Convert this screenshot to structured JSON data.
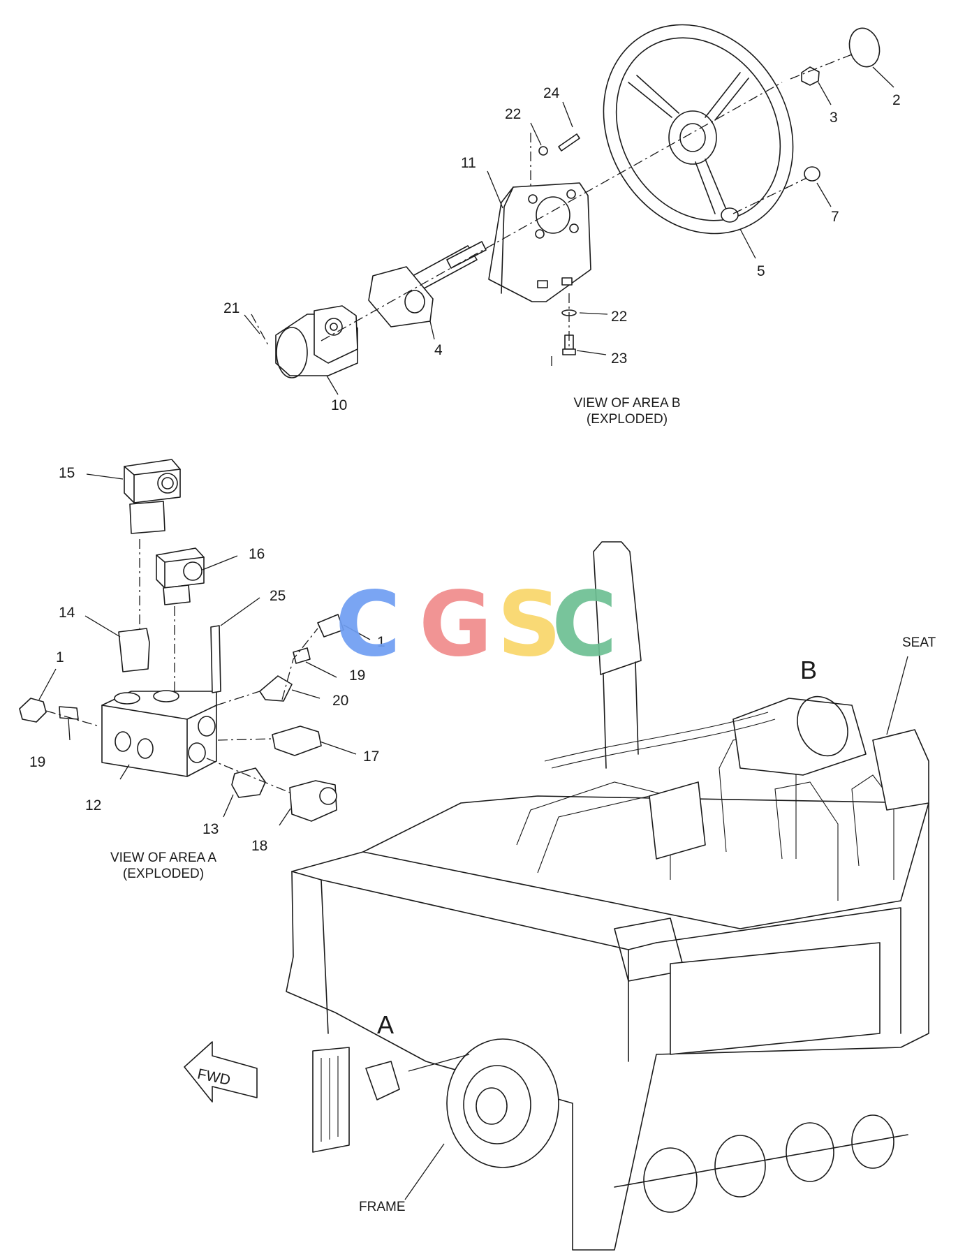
{
  "watermark": {
    "letters": [
      "C",
      "G",
      "S",
      "C"
    ],
    "colors": [
      "#6f9ef2",
      "#f08c8c",
      "#f9d66a",
      "#6dbf93"
    ]
  },
  "area_b": {
    "caption_line1": "VIEW OF AREA  B",
    "caption_line2": "(EXPLODED)",
    "callouts": {
      "c2": "2",
      "c3": "3",
      "c4": "4",
      "c5": "5",
      "c7": "7",
      "c10": "10",
      "c11": "11",
      "c21": "21",
      "c22_top": "22",
      "c22_bot": "22",
      "c23": "23",
      "c24": "24"
    }
  },
  "area_a": {
    "caption_line1": "VIEW OF AREA  A",
    "caption_line2": "(EXPLODED)",
    "callouts": {
      "c1_left": "1",
      "c1_right": "1",
      "c12": "12",
      "c13": "13",
      "c14": "14",
      "c15": "15",
      "c16": "16",
      "c17": "17",
      "c18": "18",
      "c19_left": "19",
      "c19_right": "19",
      "c20": "20",
      "c25": "25"
    }
  },
  "machine": {
    "label_b": "B",
    "label_a": "A",
    "seat": "SEAT",
    "frame": "FRAME",
    "fwd": "FWD"
  }
}
